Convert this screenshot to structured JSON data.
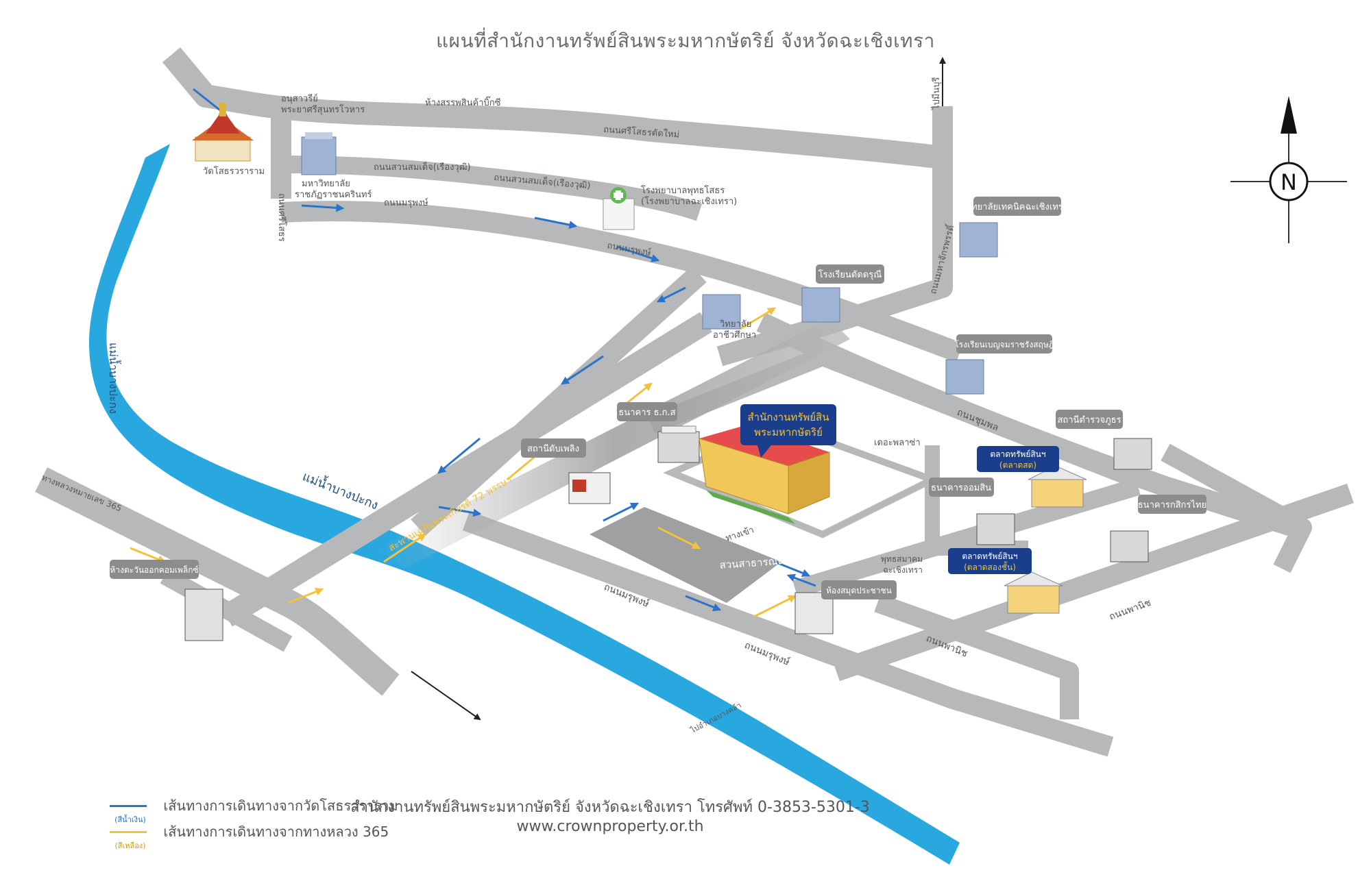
{
  "title": "แผนที่สำนักงานทรัพย์สินพระมหากษัตริย์  จังหวัดฉะเชิงเทรา",
  "compass": {
    "letter": "N"
  },
  "colors": {
    "road": "#b7b8ba",
    "river": "#29a8e0",
    "callout_gray": "#8c8c8c",
    "callout_blue": "#1b3e8c",
    "accent_yellow": "#f2c23a",
    "route_blue": "#2a73c8"
  },
  "labels": {
    "wat": "วัดโสธรวราราม",
    "monument": "อนุสาวรีย์\nพระยาศรีสุนทรโวหาร",
    "big_c": "ห้างสรรพสินค้าบิ๊กซี",
    "to_minburi": "ไปมีนบุรี",
    "rd_sri_sothorn": "ถนนศรีโสธรตัดใหม่",
    "rd_suan_somdet_1": "ถนนสวนสมเด็จ(เรืองวุฒิ)",
    "rd_suan_somdet_2": "ถนนสวนสมเด็จ(เรืองวุฒิ)",
    "rd_marupong_1": "ถนนมรุพงษ์",
    "rd_marupong_2": "ถนนมรุพงษ์",
    "rd_sirisothorn": "ถนนศรีโสธร",
    "university": "มหาวิทยาลัย\nราชภัฏราชนครินทร์",
    "hospital": "โรงพยาบาลพุทธโสธร\n(โรงพยาบาลฉะเชิงเทรา)",
    "tech_college": "วิทยาลัยเทคนิคฉะเชิงเทรา",
    "school_datsadarunee": "โรงเรียนดัดดรุณี",
    "rd_maha_chakkraphat": "ถนนมหาจักรพรรดิ์",
    "vocational": "วิทยาลัย\nอาชีวศึกษา",
    "benchama": "โรงเรียนเบญจมราชรังสฤษฎิ์",
    "river_bangpakong_vertical": "แม่น้ำบางปะกง",
    "river_bangpakong": "แม่น้ำบางปะกง",
    "highway_365": "ทางหลวงหมายเลข 365",
    "tawan_ok": "ห้างตะวันออกคอมเพล็กซ์",
    "to_bang_khla": "ไปอำเภอบางคล้า",
    "bridge": "สะพานเฉลิมพระเกียรติ 72 พรรษา",
    "bank_baac": "ธนาคาร ธ.ก.ส",
    "fire_station": "สถานีดับเพลิง",
    "rd_chumphon": "ถนนชุมพล",
    "police": "สถานีตำรวจภูธร",
    "the_plaza": "เดอะพลาซ่า",
    "market_fresh": "ตลาดทรัพย์สินฯ\n(ตลาดสด)",
    "gsb": "ธนาคารออมสิน",
    "kbank": "ธนาคารกสิกรไทย",
    "public_park": "สวนสาธารณะ",
    "entrance": "ทางเข้า",
    "buddhist_assoc": "พุทธสมาคม\nฉะเชิงเทรา",
    "market_two_storey": "ตลาดทรัพย์สินฯ\n(ตลาดสองชั้น)",
    "library": "ห้องสมุดประชาชน",
    "rd_marupong_3": "ถนนมรุพงษ์",
    "rd_marupong_4": "ถนนมรุพงษ์",
    "rd_panich_1": "ถนนพานิช",
    "rd_panich_2": "ถนนพานิช",
    "main_office": "สำนักงานทรัพย์สิน\nพระมหากษัตริย์"
  },
  "legend": [
    {
      "swatch_label": "(สีน้ำเงิน)",
      "color": "#2a73c8",
      "text": "เส้นทางการเดินทางจากวัดโสธรวราราม"
    },
    {
      "swatch_label": "(สีเหลือง)",
      "color": "#f2c23a",
      "text": "เส้นทางการเดินทางจากทางหลวง 365"
    }
  ],
  "footer": {
    "line1": "สำนักงานทรัพย์สินพระมหากษัตริย์ จังหวัดฉะเชิงเทรา โทรศัพท์ 0-3853-5301-3",
    "line2": "www.crownproperty.or.th"
  }
}
